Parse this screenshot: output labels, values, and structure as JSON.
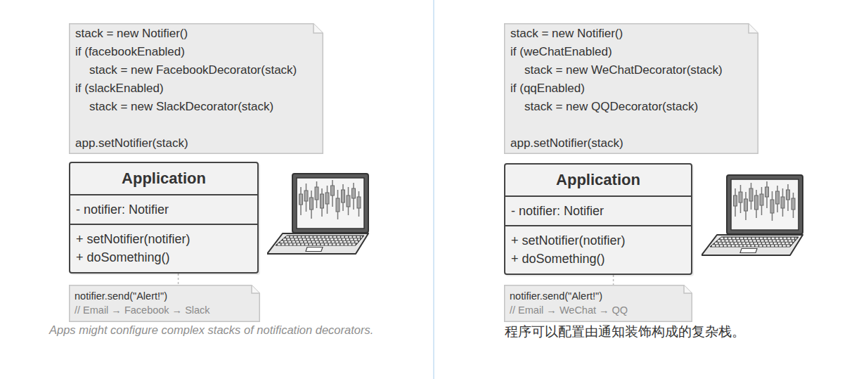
{
  "diagram": {
    "nodes": [
      {
        "text": [
          "stack = new Notifier()",
          "if (facebookEnabled)",
          "stack = new FacebookDecorator(stack)",
          "if (slackEnabled)",
          "stack = new SlackDecorator(stack)",
          "app.setNotifier(stack)"
        ]
      },
      {
        "text": [
          "Application",
          "- notifier: Notifier",
          "+ setNotifier(notifier)",
          "+ doSomething()"
        ]
      },
      {
        "text": [
          "notifier.send(\"Alert!\")",
          "// Email → Facebook → Slack"
        ]
      },
      {
        "text": [
          "stack = new Notifier()",
          "if (weChatEnabled)",
          "stack = new WeChatDecorator(stack)",
          "if (qqEnabled)",
          "stack = new QQDecorator(stack)",
          "app.setNotifier(stack)"
        ]
      },
      {
        "text": [
          "Application",
          "- notifier: Notifier",
          "+ setNotifier(notifier)",
          "+ doSomething()"
        ]
      },
      {
        "text": [
          "notifier.send(\"Alert!\")",
          "// Email → WeChat → QQ"
        ]
      }
    ],
    "edges": [
      {
        "from": 1,
        "to": 2,
        "arrow": "none"
      },
      {
        "from": 4,
        "to": 5,
        "arrow": "none"
      }
    ],
    "labels": [
      "Apps might configure complex stacks of notification decorators.",
      "程序可以配置由通知装饰构成的复杂栈。"
    ]
  }
}
